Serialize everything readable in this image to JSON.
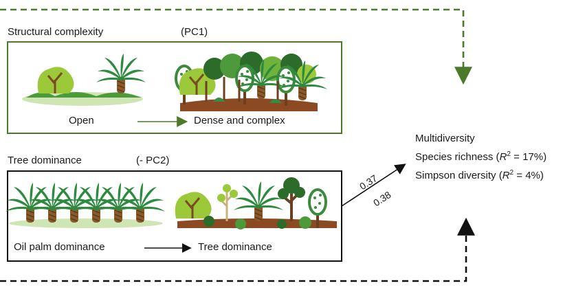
{
  "panel1": {
    "title": "Structural complexity",
    "pc": "(PC1)",
    "left_label": "Open",
    "right_label": "Dense and complex"
  },
  "panel2": {
    "title": "Tree dominance",
    "pc": "(- PC2)",
    "left_label": "Oil palm dominance",
    "right_label": "Tree dominance"
  },
  "outcome": {
    "title": "Multidiversity",
    "richness_label": "Species richness (",
    "richness_r": "R",
    "richness_value": " = 17%)",
    "simpson_label": "Simpson diversity (",
    "simpson_r": "R",
    "simpson_value": " = 4%)",
    "superscript": "2"
  },
  "coefficients": {
    "upper": "0.37",
    "lower": "0.38"
  },
  "colors": {
    "green_frame": "#4a7a2a",
    "black_frame": "#111111",
    "green_arrow": "#4a7a2a",
    "palm": "#2e8a3e",
    "trunk": "#8a5a2a",
    "light_leaf": "#9cc93a",
    "dark_leaf": "#2d6b2a",
    "soil": "#8b4a22"
  }
}
